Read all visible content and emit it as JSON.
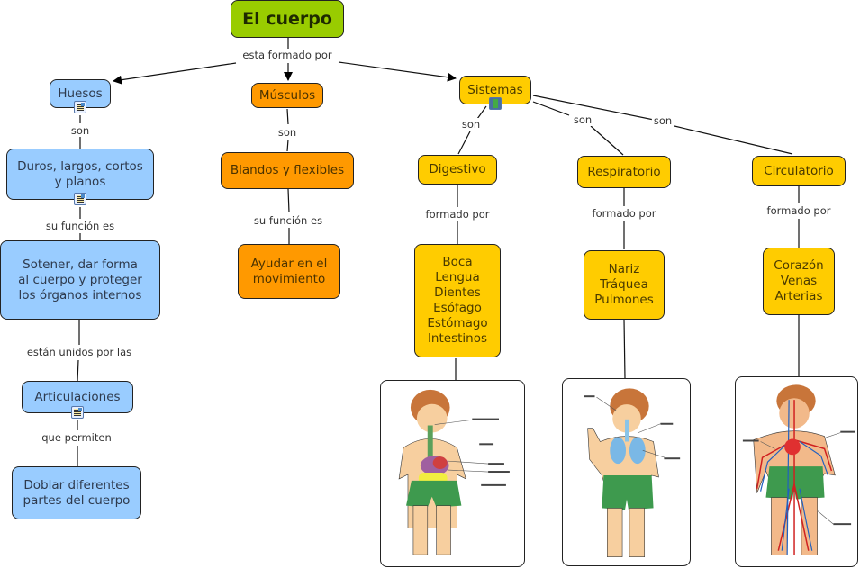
{
  "title": "El cuerpo",
  "root_link": "esta formado por",
  "huesos": {
    "label": "Huesos",
    "link1": "son",
    "desc": "Duros, largos, cortos\ny planos",
    "link2": "su función es",
    "function": "Sotener, dar forma\nal cuerpo y proteger\nlos órganos internos",
    "link3": "están unidos por las",
    "joints": "Articulaciones",
    "link4": "que permiten",
    "joints_function": "Doblar diferentes\npartes del cuerpo"
  },
  "musculos": {
    "label": "Músculos",
    "link1": "son",
    "desc": "Blandos y flexibles",
    "link2": "su función es",
    "function": "Ayudar en el\nmovimiento"
  },
  "sistemas": {
    "label": "Sistemas",
    "link_son": "son",
    "digestivo": {
      "label": "Digestivo",
      "link": "formado por",
      "parts": "Boca\nLengua\nDientes\nEsófago\nEstómago\nIntestinos",
      "image": "digestive-system-illustration"
    },
    "respiratorio": {
      "label": "Respiratorio",
      "link": "formado por",
      "parts": "Nariz\nTráquea\nPulmones",
      "image": "respiratory-system-illustration"
    },
    "circulatorio": {
      "label": "Circulatorio",
      "link": "formado por",
      "parts": "Corazón\nVenas\nArterias",
      "image": "circulatory-system-illustration"
    }
  },
  "colors": {
    "root": "#99cc00",
    "bones": "#99ccff",
    "muscles": "#ff9900",
    "systems": "#ffcc00"
  }
}
